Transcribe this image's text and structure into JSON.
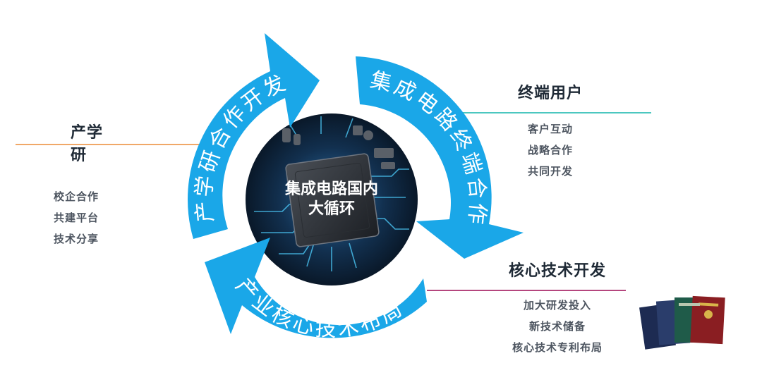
{
  "center": {
    "line1": "集成电路国内",
    "line2": "大循环"
  },
  "arcs": {
    "upper_left": "产学研合作开发",
    "right": "集成电路终端合作",
    "bottom": "产业核心技术布局"
  },
  "left_block": {
    "title": "产学研",
    "items": [
      "校企合作",
      "共建平台",
      "技术分享"
    ]
  },
  "right_top_block": {
    "title": "终端用户",
    "items": [
      "客户互动",
      "战略合作",
      "共同开发"
    ]
  },
  "right_bottom_block": {
    "title": "核心技术开发",
    "items": [
      "加大研发投入",
      "新技术储备",
      "核心技术专利布局"
    ]
  },
  "colors": {
    "arrow": "#1aa7e8",
    "left_line": "#f0a868",
    "top_line": "#4cc7c0",
    "bottom_line": "#b5467e"
  }
}
